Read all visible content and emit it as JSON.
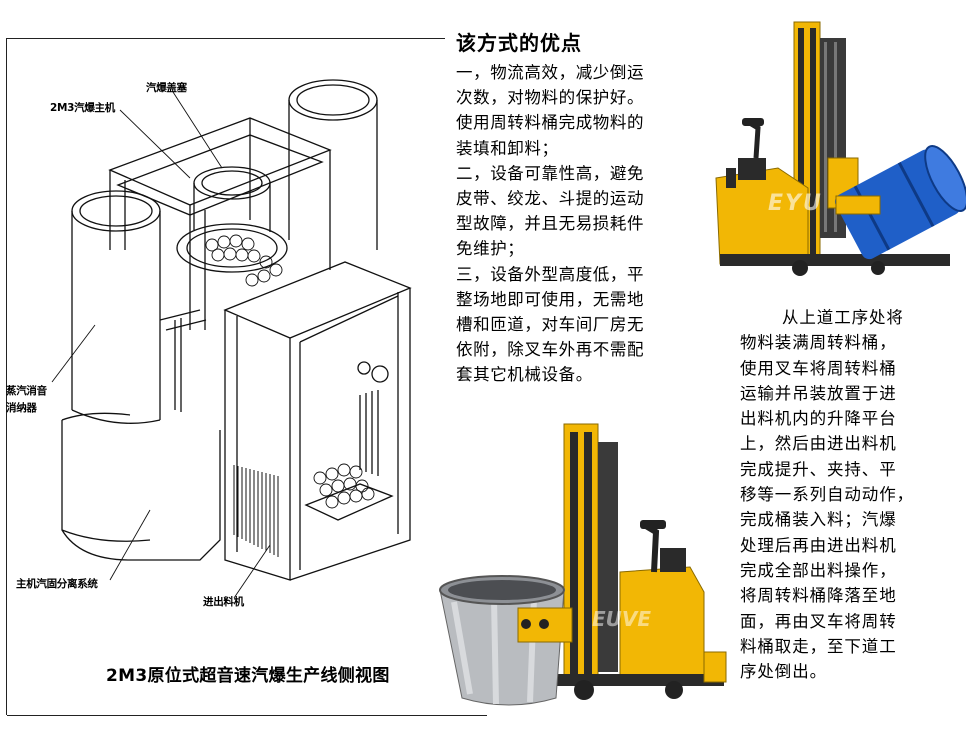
{
  "diagram": {
    "callouts": {
      "steam_cover": "汽爆盖塞",
      "main_machine": "2M3汽爆主机",
      "silencer_line1": "蒸汽消音",
      "silencer_line2": "消纳器",
      "separation": "主机汽固分离系统",
      "loader": "进出料机"
    },
    "caption": "2M3原位式超音速汽爆生产线侧视图"
  },
  "advantages": {
    "title": "该方式的优点",
    "lines": [
      "一，物流高效，减少倒运",
      "次数，对物料的保护好。",
      "使用周转料桶完成物料的",
      "装填和卸料；",
      "二，设备可靠性高，避免",
      "皮带、绞龙、斗提的运动",
      "型故障，并且无易损耗件",
      "免维护；",
      "三，设备外型高度低，平",
      "整场地即可使用，无需地",
      "槽和匝道，对车间厂房无",
      "依附，除叉车外再不需配",
      "套其它机械设备。"
    ]
  },
  "process": {
    "lines": [
      "从上道工序处将",
      "物料装满周转料桶，",
      "使用叉车将周转料桶",
      "运输并吊装放置于进",
      "出料机内的升降平台",
      "上，然后由进出料机",
      "完成提升、夹持、平",
      "移等一系列自动动作，",
      "完成桶装入料；汽爆",
      "处理后再由进出料机",
      "完成全部出料操作，",
      "将周转料桶降落至地",
      "面，再由叉车将周转",
      "料桶取走，至下道工",
      "序处倒出。"
    ]
  },
  "photos": {
    "watermark_top": "EYU",
    "watermark_bottom": "EUVE",
    "colors": {
      "yellow": "#f2b705",
      "blue": "#1f5fc8",
      "steel": "#b9bcc0",
      "dark": "#2a2a2a"
    }
  }
}
